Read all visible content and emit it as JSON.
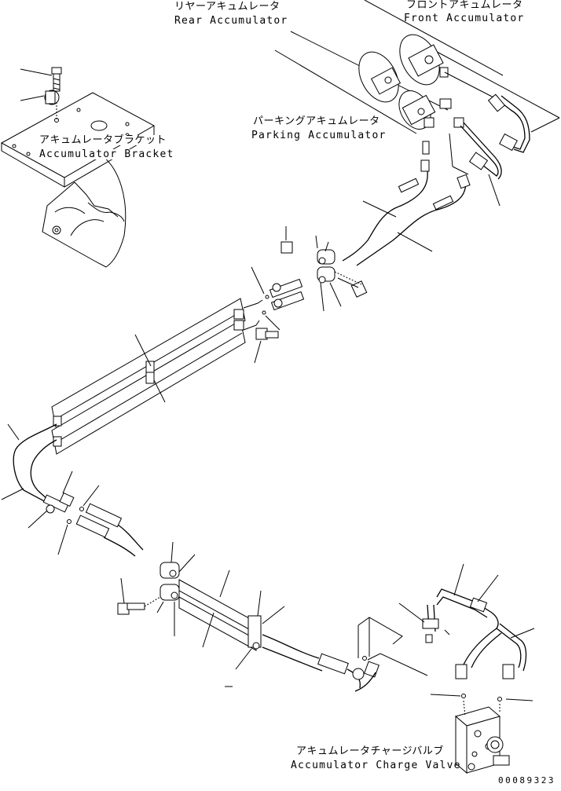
{
  "labels": {
    "rear_accumulator": {
      "jp": "リヤーアキュムレータ",
      "en": "Rear Accumulator"
    },
    "front_accumulator": {
      "jp": "フロントアキュムレータ",
      "en": "Front Accumulator"
    },
    "parking_accumulator": {
      "jp": "パーキングアキュムレータ",
      "en": "Parking Accumulator"
    },
    "accumulator_bracket": {
      "jp": "アキュムレータブラケット",
      "en": "Accumulator Bracket"
    },
    "accumulator_charge_valve": {
      "jp": "アキュムレータチャージバルブ",
      "en": "Accumulator Charge Valve"
    }
  },
  "drawing_code": "00089323"
}
